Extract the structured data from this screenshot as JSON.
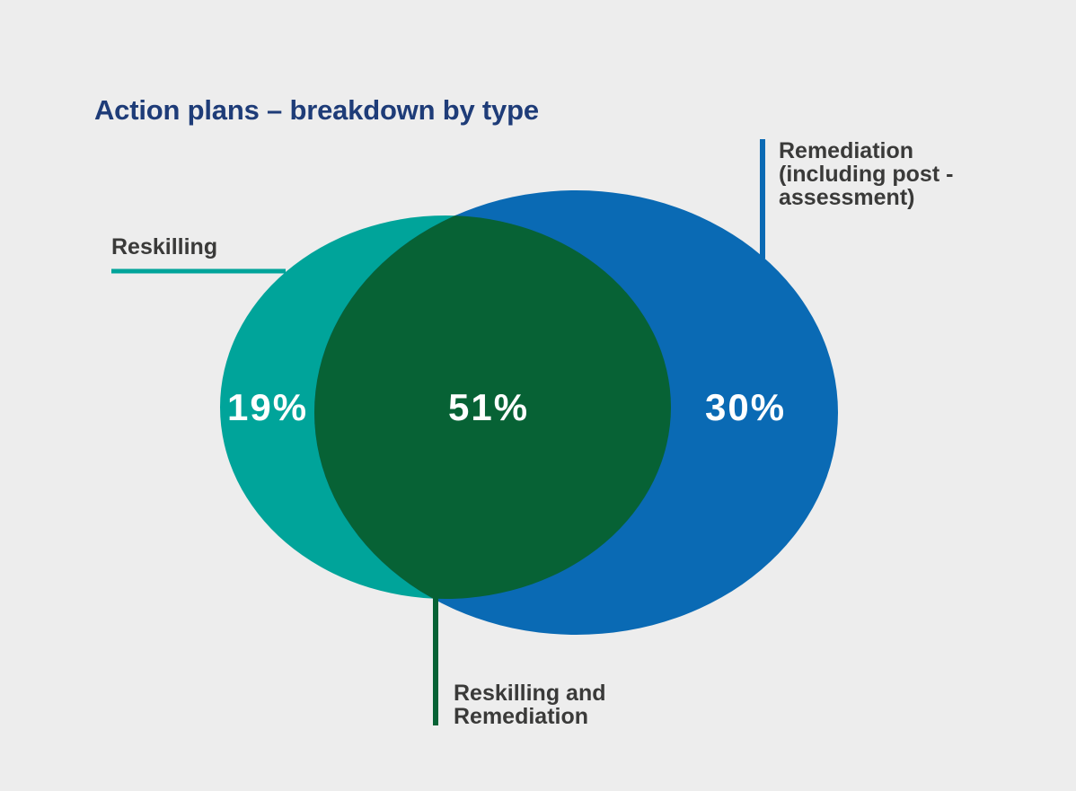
{
  "title": "Action plans – breakdown by type",
  "colors": {
    "background": "#EDEDED",
    "title_text": "#1E3C78",
    "label_text": "#3A3A39",
    "value_text": "#FFFFFF",
    "reskilling": "#00A49A",
    "remediation": "#0A6AB4",
    "overlap": "#076235"
  },
  "chart_data": {
    "type": "venn",
    "title": "Action plans – breakdown by type",
    "legend_position": "callout-labels",
    "sets": [
      {
        "name": "Reskilling",
        "value_pct": 19,
        "color": "#00A49A"
      },
      {
        "name": "Remediation (including post - assessment)",
        "value_pct": 30,
        "color": "#0A6AB4"
      },
      {
        "name": "Reskilling and Remediation",
        "value_pct": 51,
        "color": "#076235",
        "role": "intersection"
      }
    ]
  },
  "callouts": {
    "reskilling": {
      "label": "Reskilling",
      "value": "19%"
    },
    "remediation": {
      "label": "Remediation\n(including post -\nassessment)",
      "value": "30%"
    },
    "overlap": {
      "label": "Reskilling and\nRemediation",
      "value": "51%"
    }
  }
}
